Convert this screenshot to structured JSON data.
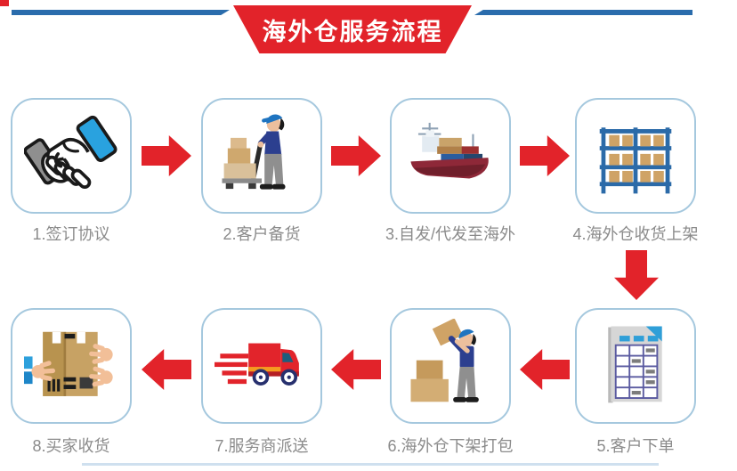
{
  "header": {
    "title": "海外仓服务流程"
  },
  "steps": [
    {
      "num": "1",
      "label": "1.签订协议",
      "icon": "handshake-icon"
    },
    {
      "num": "2",
      "label": "2.客户备货",
      "icon": "worker-cart-icon"
    },
    {
      "num": "3",
      "label": "3.自发/代发至海外",
      "icon": "cargo-ship-icon"
    },
    {
      "num": "4",
      "label": "4.海外仓收货上架",
      "icon": "warehouse-shelf-icon"
    },
    {
      "num": "5",
      "label": "5.客户下单",
      "icon": "order-form-icon"
    },
    {
      "num": "6",
      "label": "6.海外仓下架打包",
      "icon": "worker-packing-icon"
    },
    {
      "num": "7",
      "label": "7.服务商派送",
      "icon": "delivery-truck-icon"
    },
    {
      "num": "8",
      "label": "8.买家收货",
      "icon": "receiving-hands-icon"
    }
  ],
  "colors": {
    "banner_red": "#e2232a",
    "arrow_red": "#e2232a",
    "line_blue": "#2a6cac",
    "box_border": "#a5c8de",
    "label_gray": "#8b8b8b"
  }
}
